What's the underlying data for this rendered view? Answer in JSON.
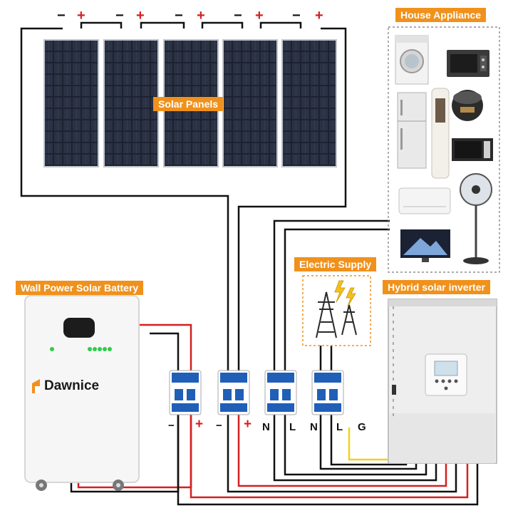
{
  "labels": {
    "solar_panels": "Solar Panels",
    "house_appliance": "House Appliance",
    "electric_supply": "Electric Supply",
    "wall_battery": "Wall Power Solar Battery",
    "inverter": "Hybrid solar inverter",
    "brand": "Dawnice"
  },
  "panel_terminals": {
    "minus": "−",
    "plus": "+"
  },
  "breaker_terminals": [
    "−",
    "+",
    "−",
    "+",
    "N",
    "L",
    "N",
    "L",
    "G"
  ],
  "colors": {
    "accent_orange": "#f0911c",
    "wire_black": "#111111",
    "wire_red": "#d42020",
    "wire_yellow": "#f1d21a",
    "breaker_blue": "#1f5fb8"
  },
  "icons": {
    "appliances": [
      "washing-machine-icon",
      "microwave-oven-icon",
      "refrigerator-icon",
      "tower-air-conditioner-icon",
      "rice-cooker-icon",
      "microwave-icon",
      "air-conditioner-icon",
      "standing-fan-icon",
      "television-icon"
    ],
    "grid": "power-tower-icon"
  }
}
